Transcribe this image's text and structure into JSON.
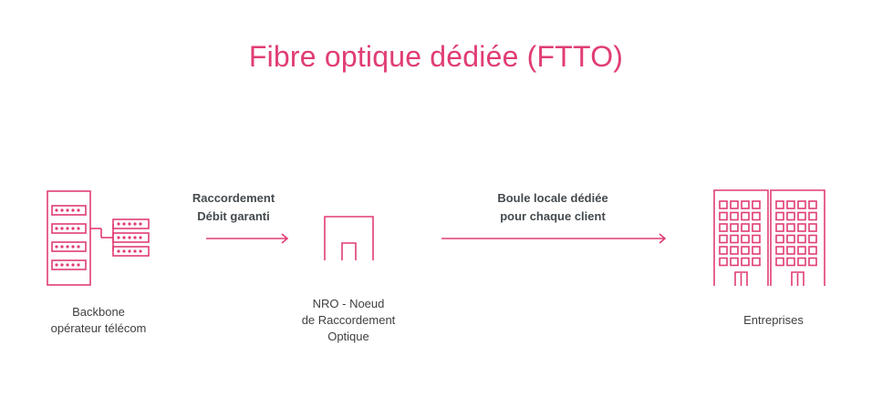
{
  "title": "Fibre optique dédiée (FTTO)",
  "colors": {
    "accent": "#e03d74",
    "text": "#3f3f3f",
    "link_text": "#444a4e"
  },
  "nodes": {
    "backbone": {
      "icon": "server-rack-icon",
      "lines": [
        "Backbone",
        "opérateur télécom"
      ]
    },
    "nro": {
      "icon": "building-door-icon",
      "lines": [
        "NRO - Noeud",
        "de Raccordement",
        "Optique"
      ]
    },
    "enterprises": {
      "icon": "office-buildings-icon",
      "lines": [
        "Entreprises"
      ]
    }
  },
  "links": [
    {
      "icon": "arrow-right-icon",
      "lines": [
        "Raccordement",
        "Débit garanti"
      ]
    },
    {
      "icon": "arrow-right-icon",
      "lines": [
        "Boule locale dédiée",
        "pour chaque client"
      ]
    }
  ]
}
